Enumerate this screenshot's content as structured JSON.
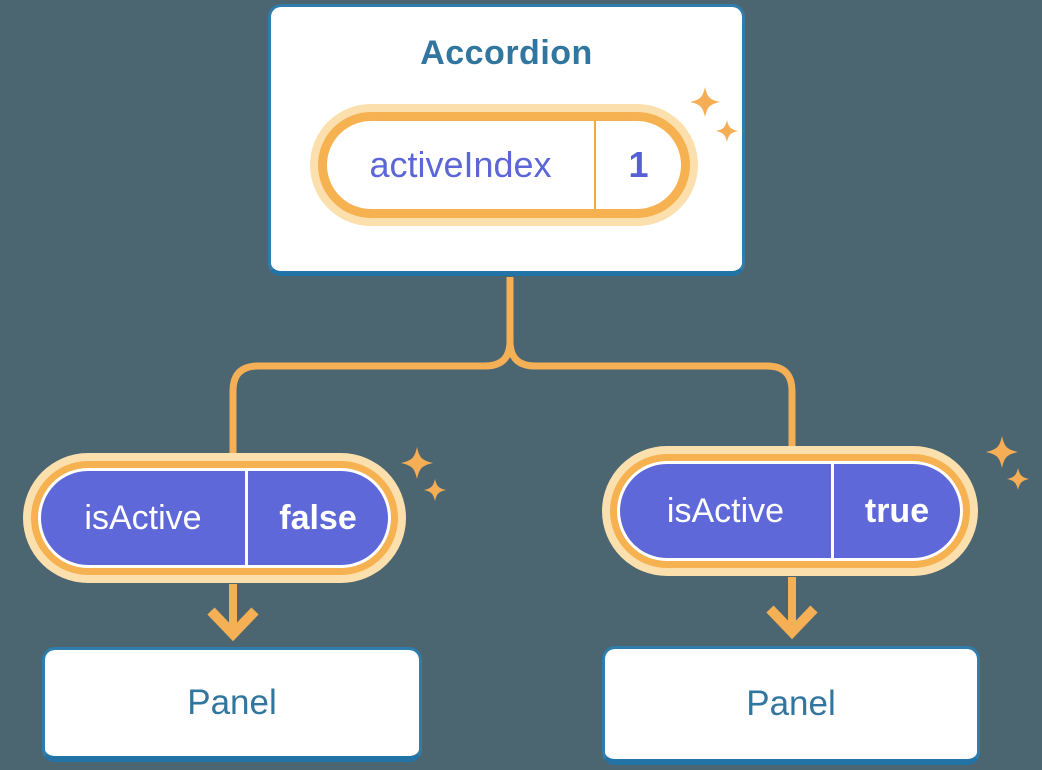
{
  "colors": {
    "background": "#4C6671",
    "card_border": "#2E7DAD",
    "card_text": "#31769F",
    "orange_line": "#F5AF55",
    "orange_ring": "#F6B150",
    "orange_halo": "#FBDFAD",
    "purple_fill": "#5F68D8",
    "purple_text": "#5C66D6",
    "sparkle": "#F5AE55"
  },
  "accordion": {
    "title": "Accordion",
    "pill": {
      "label": "activeIndex",
      "value": "1"
    }
  },
  "children": [
    {
      "pill": {
        "label": "isActive",
        "value": "false"
      },
      "panel": "Panel"
    },
    {
      "pill": {
        "label": "isActive",
        "value": "true"
      },
      "panel": "Panel"
    }
  ]
}
